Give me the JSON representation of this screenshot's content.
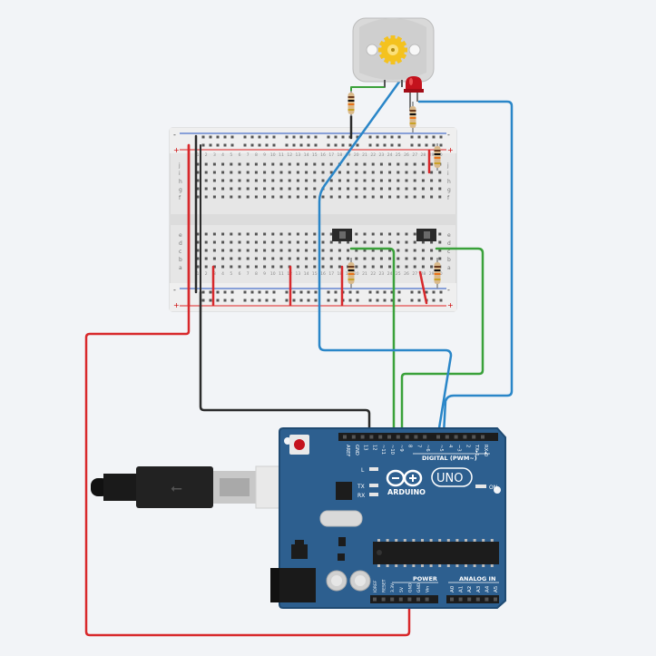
{
  "colors": {
    "background": "#f2f4f7",
    "board": "#2d5f8f",
    "board_dark": "#1f4a72",
    "wire_red": "#d8282b",
    "wire_black": "#2b2b2b",
    "wire_green": "#3aa13a",
    "wire_blue": "#2a86c8",
    "breadboard": "#e8e8e8",
    "rail_red": "#e02020",
    "rail_blue": "#2050c0"
  },
  "breadboard": {
    "rail_plus": "+",
    "rail_minus": "-",
    "row_letters_top": [
      "j",
      "i",
      "h",
      "g",
      "f"
    ],
    "row_letters_bottom": [
      "e",
      "d",
      "c",
      "b",
      "a"
    ],
    "column_numbers": [
      "1",
      "2",
      "3",
      "4",
      "5",
      "6",
      "7",
      "8",
      "9",
      "10",
      "11",
      "12",
      "13",
      "14",
      "15",
      "16",
      "17",
      "18",
      "19",
      "20",
      "21",
      "22",
      "23",
      "24",
      "25",
      "26",
      "27",
      "28",
      "29",
      "30"
    ]
  },
  "arduino": {
    "brand": "ARDUINO",
    "model": "UNO",
    "digital_label": "DIGITAL (PWM~)",
    "power_label": "POWER",
    "analog_label": "ANALOG IN",
    "on_label": "ON",
    "led_l": "L",
    "led_tx": "TX",
    "led_rx": "RX",
    "digital_pins": [
      "AREF",
      "GND",
      "13",
      "12",
      "~11",
      "~10",
      "~9",
      "8",
      "7",
      "~6",
      "~5",
      "4",
      "~3",
      "2",
      "TX▸1",
      "RX◂0"
    ],
    "power_pins": [
      "IOREF",
      "RESET",
      "3.3V",
      "5V",
      "GND",
      "GND",
      "Vin"
    ],
    "analog_pins": [
      "A0",
      "A1",
      "A2",
      "A3",
      "A4",
      "A5"
    ]
  },
  "usb": {
    "symbol": "⭠"
  }
}
